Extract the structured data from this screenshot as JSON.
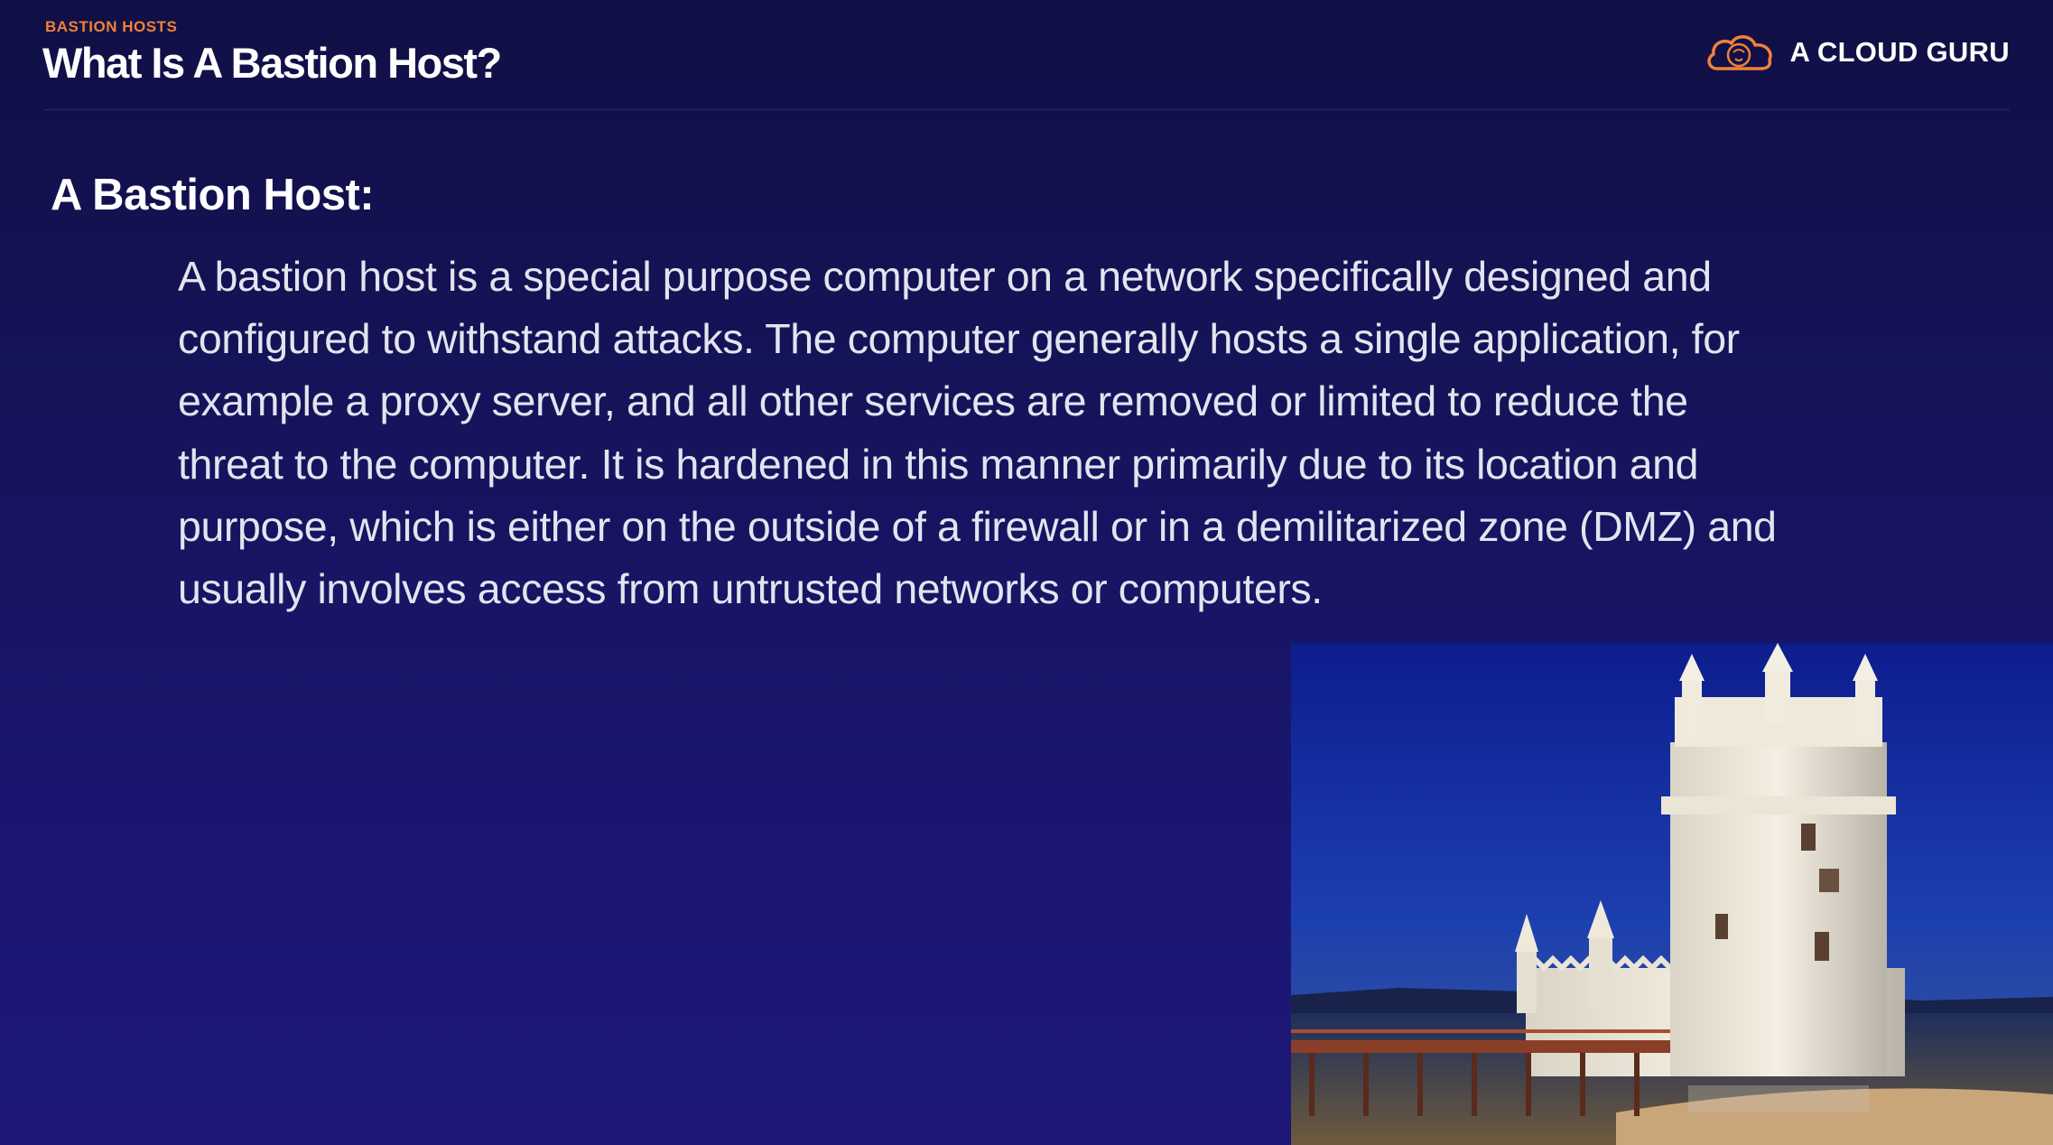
{
  "header": {
    "eyebrow": "BASTION HOSTS",
    "title": "What Is A Bastion Host?",
    "brand_name": "A CLOUD GURU",
    "brand_icon": "cloud-logo-icon",
    "accent_color": "#f0813a"
  },
  "content": {
    "heading": "A Bastion Host:",
    "definition": "A bastion host is a special purpose computer on a network specifically designed and configured to withstand attacks. The computer generally hosts a single application, for example a proxy server, and all other services are removed or limited to reduce the threat to the computer. It is hardened in this manner primarily due to its location and purpose, which is either on the outside of a firewall or in a demilitarized zone (DMZ) and usually involves access from untrusted networks or computers."
  },
  "image": {
    "subject": "castle-tower-at-night-photo"
  }
}
